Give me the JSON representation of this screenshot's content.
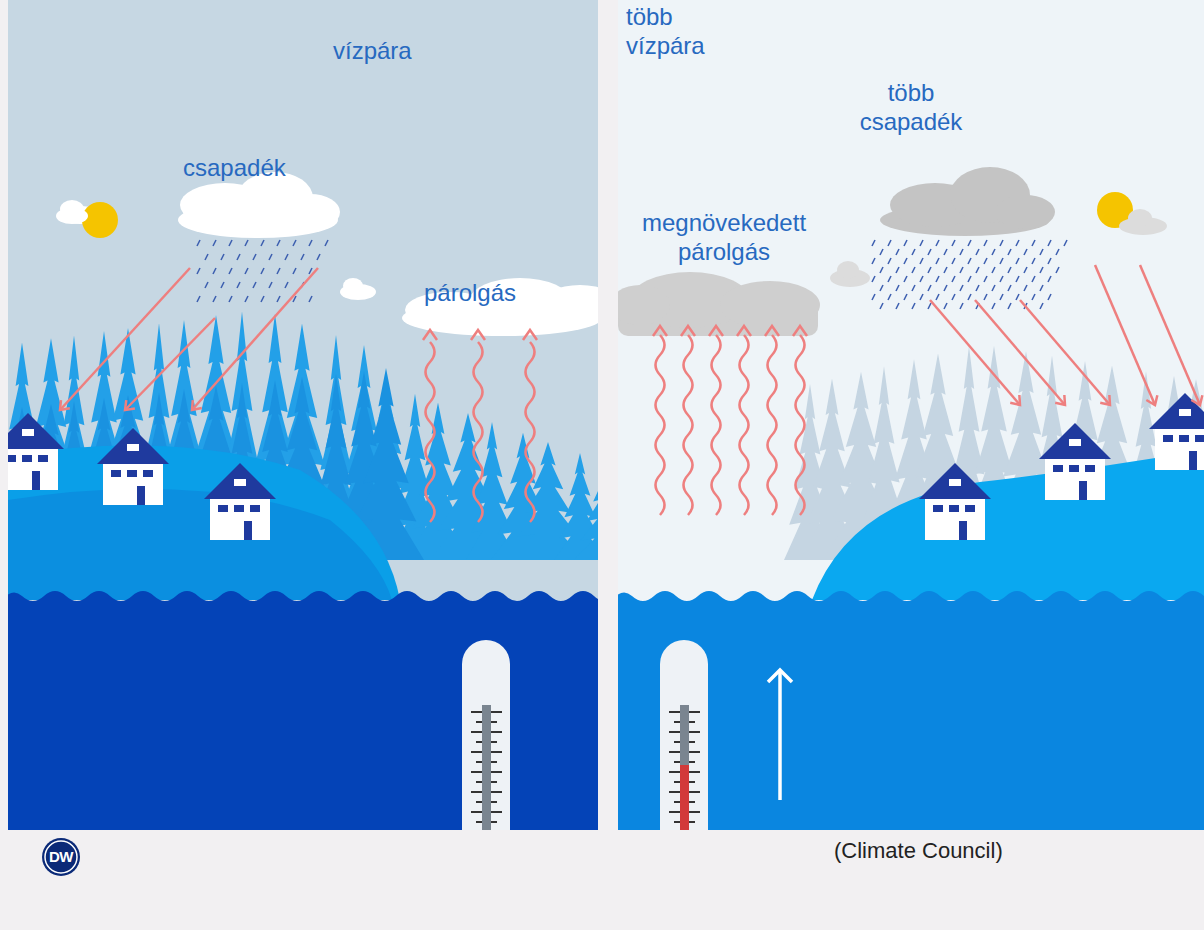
{
  "diagram": {
    "labels": [
      "vízpára",
      "csapadék",
      "párolgás",
      "több vízpára",
      "több csapadék",
      "megnövekedett párolgás",
      "DW",
      "(Climate Council)"
    ]
  }
}
